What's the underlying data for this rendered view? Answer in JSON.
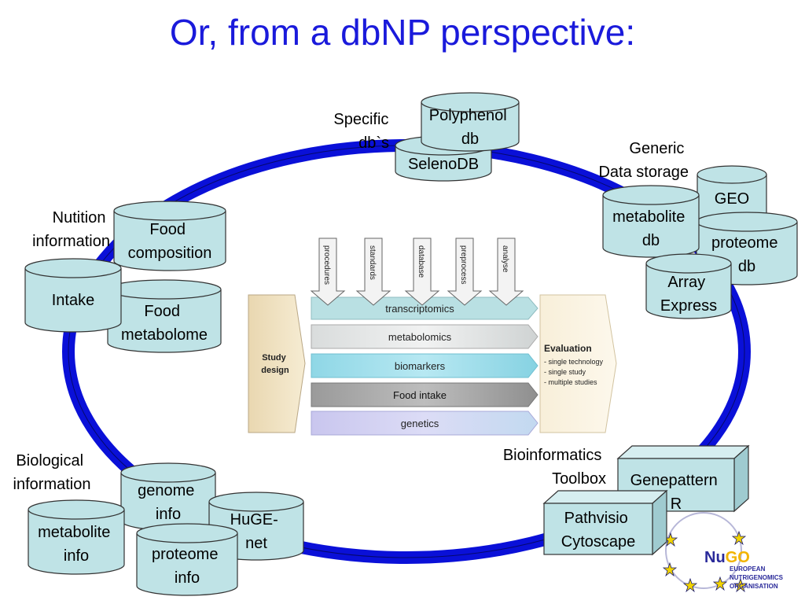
{
  "title": "Or, from a dbNP perspective:",
  "colors": {
    "title": "#1a1adb",
    "ring": "#0a10d8",
    "db_fill": "#bfe3e6",
    "box_fill": "#bfe3e6"
  },
  "labels": {
    "specific": [
      "Specific",
      "db`s"
    ],
    "generic": [
      "Generic",
      "Data storage"
    ],
    "nutrition": [
      "Nutition",
      "information"
    ],
    "biological": [
      "Biological",
      "information"
    ],
    "bioinformatics": [
      "Bioinformatics",
      "Toolbox"
    ]
  },
  "databases": {
    "polyphenol": [
      "Polyphenol",
      "db"
    ],
    "selenodb": [
      "SelenoDB"
    ],
    "geo": [
      "GEO"
    ],
    "metabolite_db": [
      "metabolite",
      "db"
    ],
    "proteome_db": [
      "proteome",
      "db"
    ],
    "array_express": [
      "Array",
      "Express"
    ],
    "food_composition": [
      "Food",
      "composition"
    ],
    "intake": [
      "Intake"
    ],
    "food_metabolome": [
      "Food",
      "metabolome"
    ],
    "genome_info": [
      "genome",
      "info"
    ],
    "metabolite_info": [
      "metabolite",
      "info"
    ],
    "huge_net": [
      "HuGE-",
      "net"
    ],
    "proteome_info": [
      "proteome",
      "info"
    ]
  },
  "tools": {
    "genepattern": [
      "Genepattern",
      "R"
    ],
    "pathvisio": [
      "Pathvisio",
      "Cytoscape"
    ]
  },
  "center": {
    "study_design": [
      "Study",
      "design"
    ],
    "arrows": [
      "procedures",
      "standards",
      "database",
      "preprocess",
      "analyse"
    ],
    "bands": [
      "transcriptomics",
      "metabolomics",
      "biomarkers",
      "Food intake",
      "genetics"
    ],
    "evaluation_title": "Evaluation",
    "evaluation_items": [
      "- single technology",
      "- single study",
      "- multiple studies"
    ]
  },
  "logo": {
    "nu": "Nu",
    "go": "GO",
    "lines": [
      "EUROPEAN",
      "NUTRIGENOMICS",
      "ORGANISATION"
    ]
  }
}
